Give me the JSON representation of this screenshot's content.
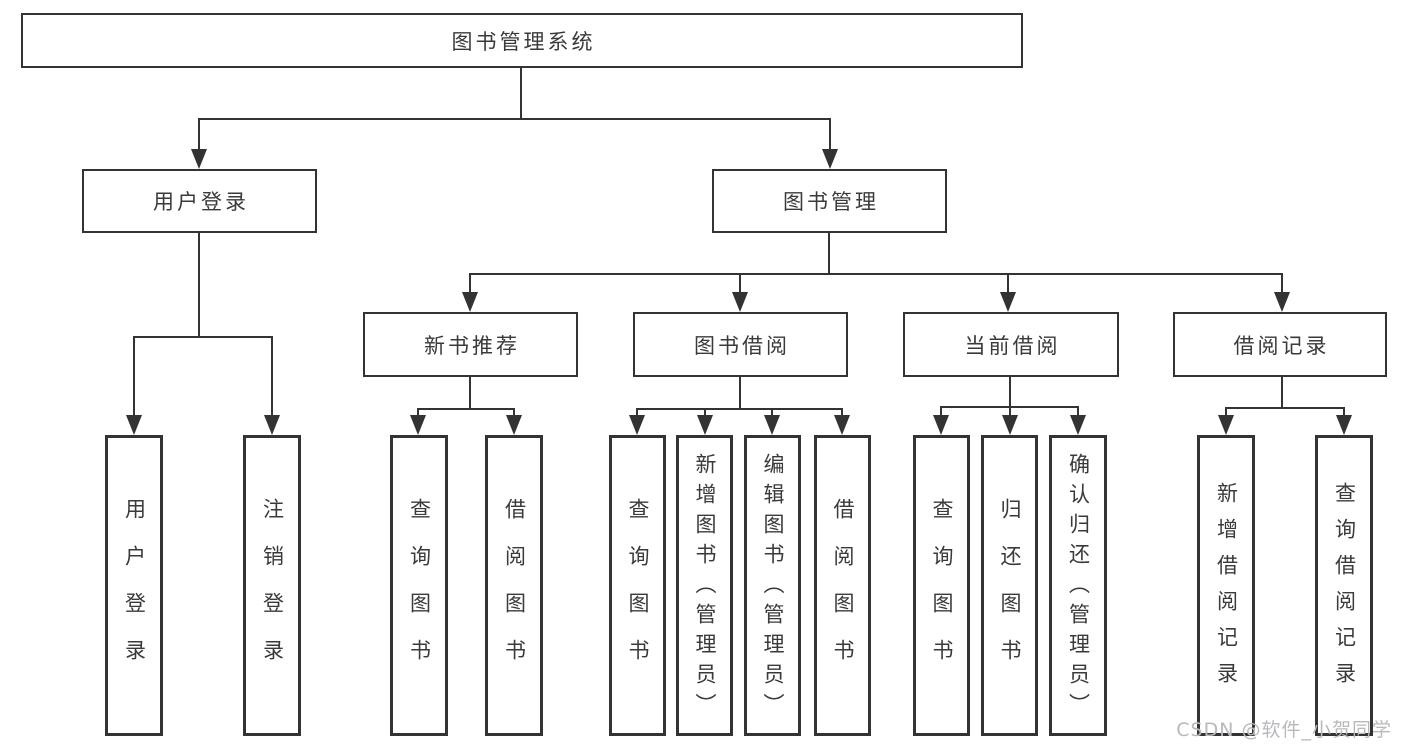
{
  "tree": {
    "label": "图书管理系统",
    "children": [
      {
        "label": "用户登录",
        "children": [
          {
            "label": "用户登录"
          },
          {
            "label": "注销登录"
          }
        ]
      },
      {
        "label": "图书管理",
        "children": [
          {
            "label": "新书推荐",
            "children": [
              {
                "label": "查询图书"
              },
              {
                "label": "借阅图书"
              }
            ]
          },
          {
            "label": "图书借阅",
            "children": [
              {
                "label": "查询图书"
              },
              {
                "label": "新增图书（管理员）"
              },
              {
                "label": "编辑图书（管理员）"
              },
              {
                "label": "借阅图书"
              }
            ]
          },
          {
            "label": "当前借阅",
            "children": [
              {
                "label": "查询图书"
              },
              {
                "label": "归还图书"
              },
              {
                "label": "确认归还（管理员）"
              }
            ]
          },
          {
            "label": "借阅记录",
            "children": [
              {
                "label": "新增借阅记录"
              },
              {
                "label": "查询借阅记录"
              }
            ]
          }
        ]
      }
    ]
  },
  "watermark": {
    "text": "CSDN @软件_小贺同学"
  },
  "colors": {
    "line": "#333333",
    "text": "#3a3a3a",
    "background": "#ffffff",
    "watermark": "#b9b9bd"
  }
}
